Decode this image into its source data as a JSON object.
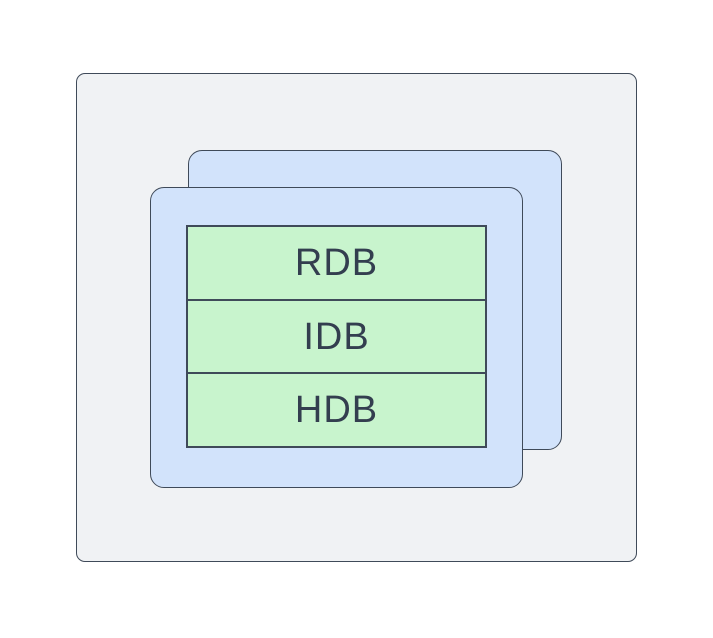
{
  "diagram": {
    "layers": [
      {
        "label": "RDB"
      },
      {
        "label": "IDB"
      },
      {
        "label": "HDB"
      }
    ]
  },
  "colors": {
    "page_bg": "#ffffff",
    "outer_fill": "#f0f2f4",
    "card_fill": "#d2e3fb",
    "layer_fill": "#c8f4cd",
    "stroke": "#3f4a59",
    "text": "#333e4f"
  }
}
